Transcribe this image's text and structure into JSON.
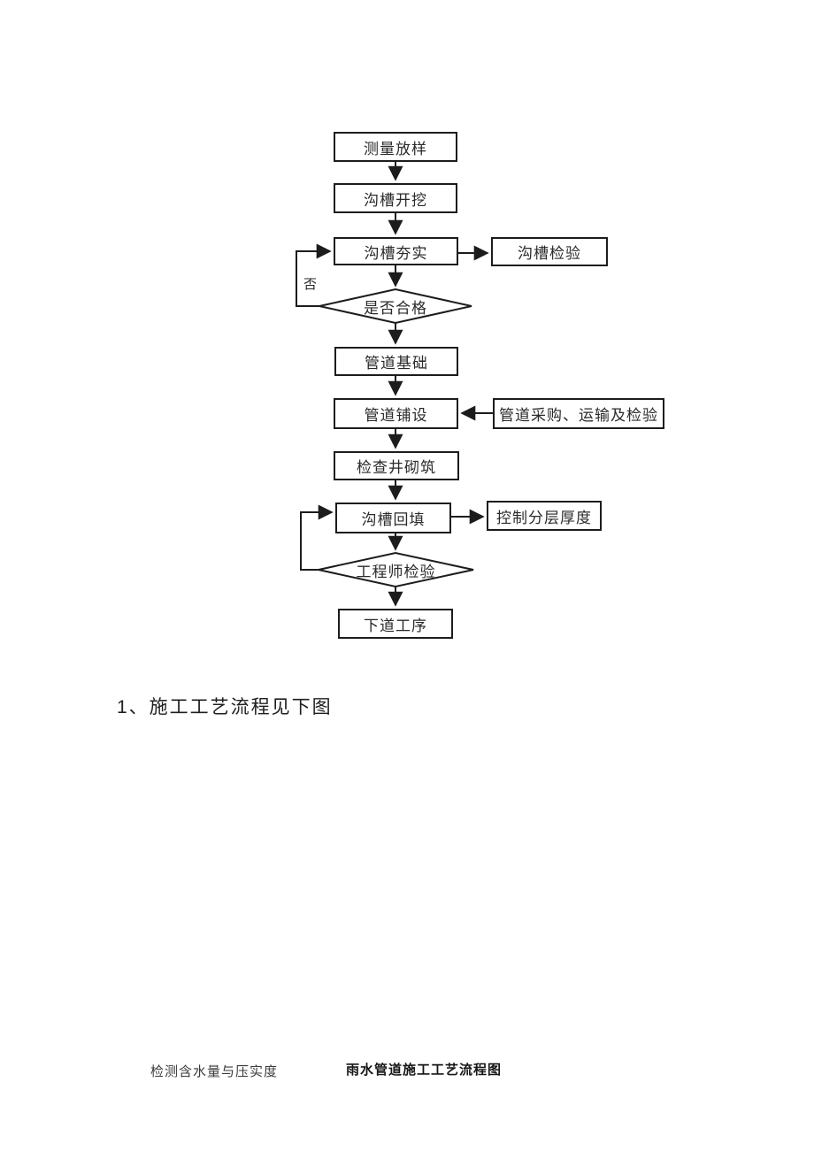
{
  "document": {
    "heading": "1、施工工艺流程见下图",
    "footer_note": "检测含水量与压实度",
    "figure_caption": "雨水管道施工工艺流程图"
  },
  "flowchart": {
    "nodes": {
      "survey": "测量放样",
      "excavate": "沟槽开挖",
      "compact": "沟槽夯实",
      "trench_check": "沟槽检验",
      "pass_decision": "是否合格",
      "foundation": "管道基础",
      "laying": "管道铺设",
      "procure": "管道采购、运输及检验",
      "manhole": "检查井砌筑",
      "backfill": "沟槽回填",
      "thickness": "控制分层厚度",
      "engineer_check": "工程师检验",
      "next_step": "下道工序"
    },
    "edge_labels": {
      "no": "否"
    },
    "colors": {
      "ink": "#1c1c1c",
      "background": "#ffffff"
    }
  }
}
